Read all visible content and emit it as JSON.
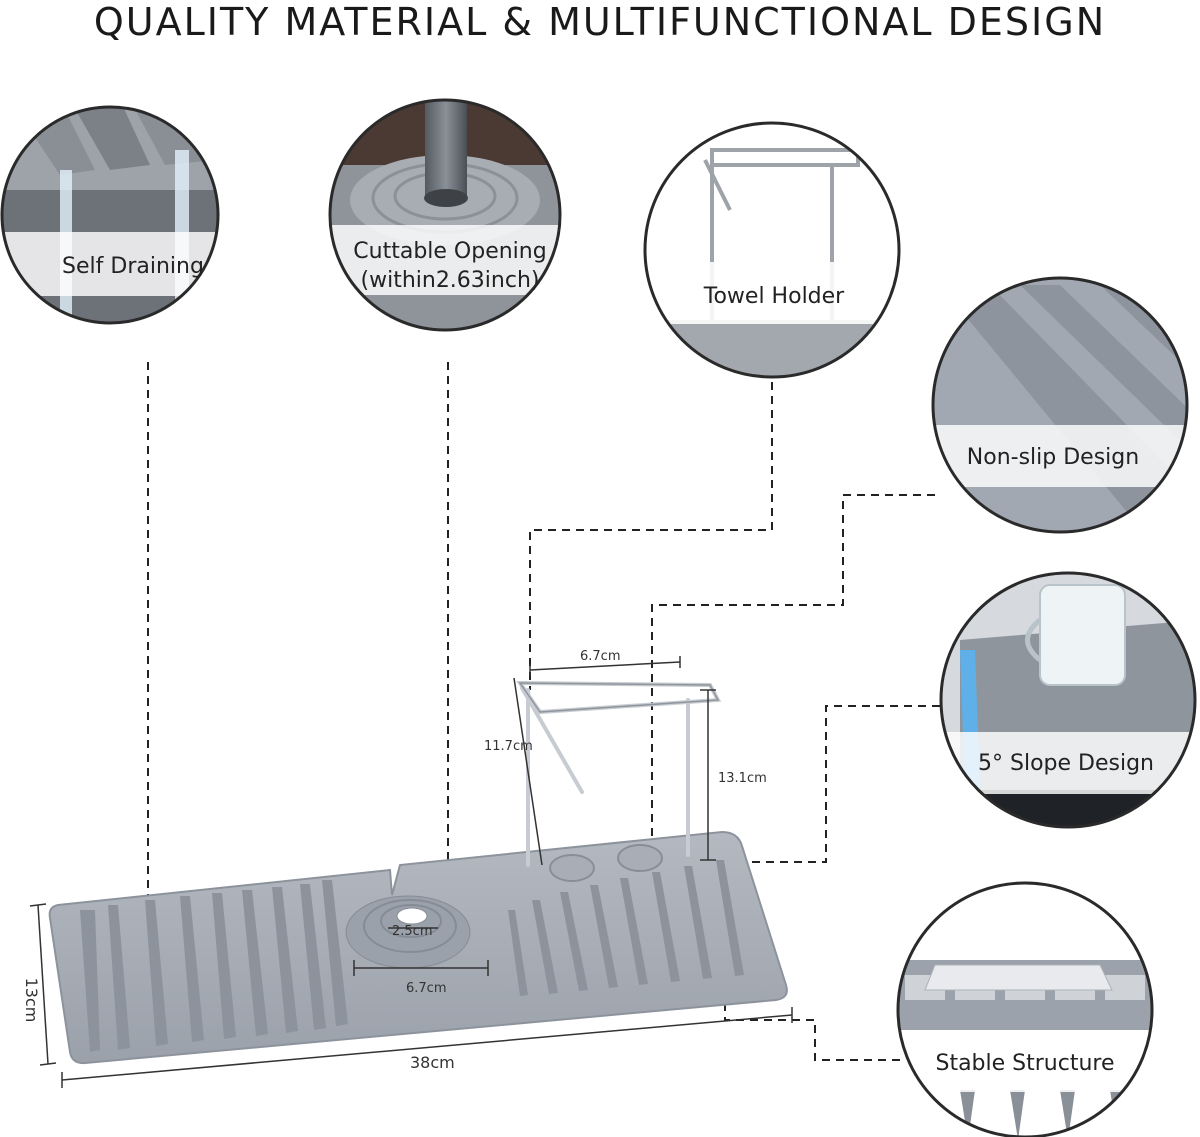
{
  "title": "QUALITY MATERIAL & MULTIFUNCTIONAL DESIGN",
  "features": {
    "self_draining": "Self Draining",
    "cuttable_opening_line1": "Cuttable Opening",
    "cuttable_opening_line2": "(within2.63inch)",
    "towel_holder": "Towel Holder",
    "non_slip": "Non-slip Design",
    "slope": "5° Slope Design",
    "stable": "Stable Structure"
  },
  "dimensions": {
    "holder_width": "6.7cm",
    "holder_arm": "11.7cm",
    "holder_height": "13.1cm",
    "opening_diameter": "2.5cm",
    "base_width": "6.7cm",
    "mat_length": "38cm",
    "mat_depth": "13cm"
  },
  "colors": {
    "mat": "#a4aab3",
    "mat_dark": "#8d939c",
    "chrome": "#c7ccd2",
    "accent_blue": "#5fb0e8"
  }
}
